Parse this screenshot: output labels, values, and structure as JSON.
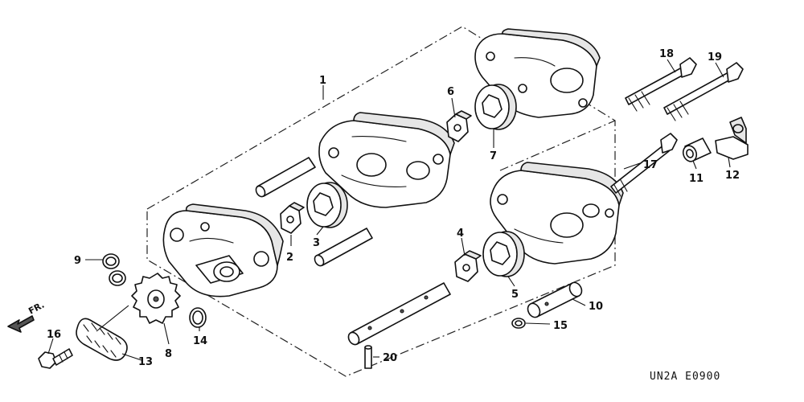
{
  "callouts": {
    "c1": "1",
    "c2": "2",
    "c3": "3",
    "c4": "4",
    "c5": "5",
    "c6": "6",
    "c7": "7",
    "c8": "8",
    "c9": "9",
    "c10": "10",
    "c11": "11",
    "c12": "12",
    "c13": "13",
    "c14": "14",
    "c15": "15",
    "c16": "16",
    "c17": "17",
    "c18": "18",
    "c19": "19",
    "c20": "20"
  },
  "front_indicator": "FR.",
  "diagram_code": "UN2A  E0900"
}
